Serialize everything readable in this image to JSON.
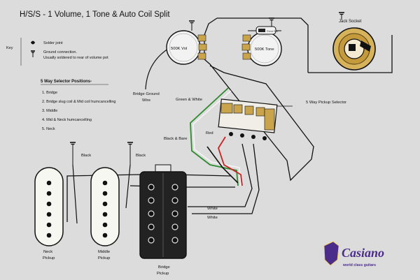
{
  "title": "H/S/S - 1 Volume, 1 Tone & Auto Coil Split",
  "key": {
    "label": "Key",
    "solder_joint": "Solder joint",
    "ground_line1": "Ground connection.",
    "ground_line2": "Usually soldered to rear of volume pot"
  },
  "selector_positions": {
    "heading": "5 Way Selector Positions-",
    "items": [
      "1. Bridge",
      "2. Bridge slug coil & Mid coil humcancelling",
      "3. Middle",
      "4. Mid & Neck humcancelling",
      "5. Neck"
    ]
  },
  "components": {
    "vol_pot": "500K Vol",
    "tone_pot": "500K Tone",
    "jack": "Jack Socket",
    "selector": "5 Way Pickup Selector",
    "bridge_ground_1": "Bridge Ground",
    "bridge_ground_2": "Wire",
    "cap_label": "Orange Drop"
  },
  "wires": {
    "green_white": "Green & White",
    "red": "Red",
    "black_bare": "Black & Bare",
    "black_neck": "Black",
    "black_middle": "Black",
    "white_1": "White",
    "white_2": "White"
  },
  "pickups": {
    "neck_1": "Neck",
    "neck_2": "Pickup",
    "middle_1": "Middle",
    "middle_2": "Pickup",
    "bridge_1": "Bridge",
    "bridge_2": "Pickup"
  },
  "brand": {
    "name": "Casiano",
    "tagline": "world class guitars"
  }
}
